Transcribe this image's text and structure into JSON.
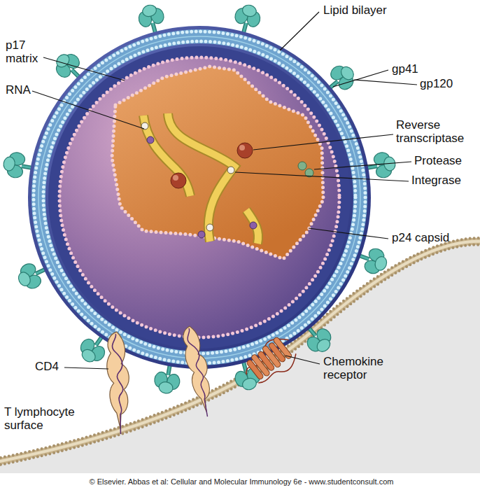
{
  "diagram": {
    "labels": [
      "Lipid bilayer",
      "p17 matrix",
      "RNA",
      "gp41",
      "gp120",
      "Reverse transcriptase",
      "Protease",
      "Integrase",
      "p24 capsid",
      "CD4",
      "Chemokine receptor",
      "T lymphocyte surface",
      "© Elsevier. Abbas et al: Cellular and Molecular Immunology 6e - www.studentconsult.com"
    ]
  }
}
